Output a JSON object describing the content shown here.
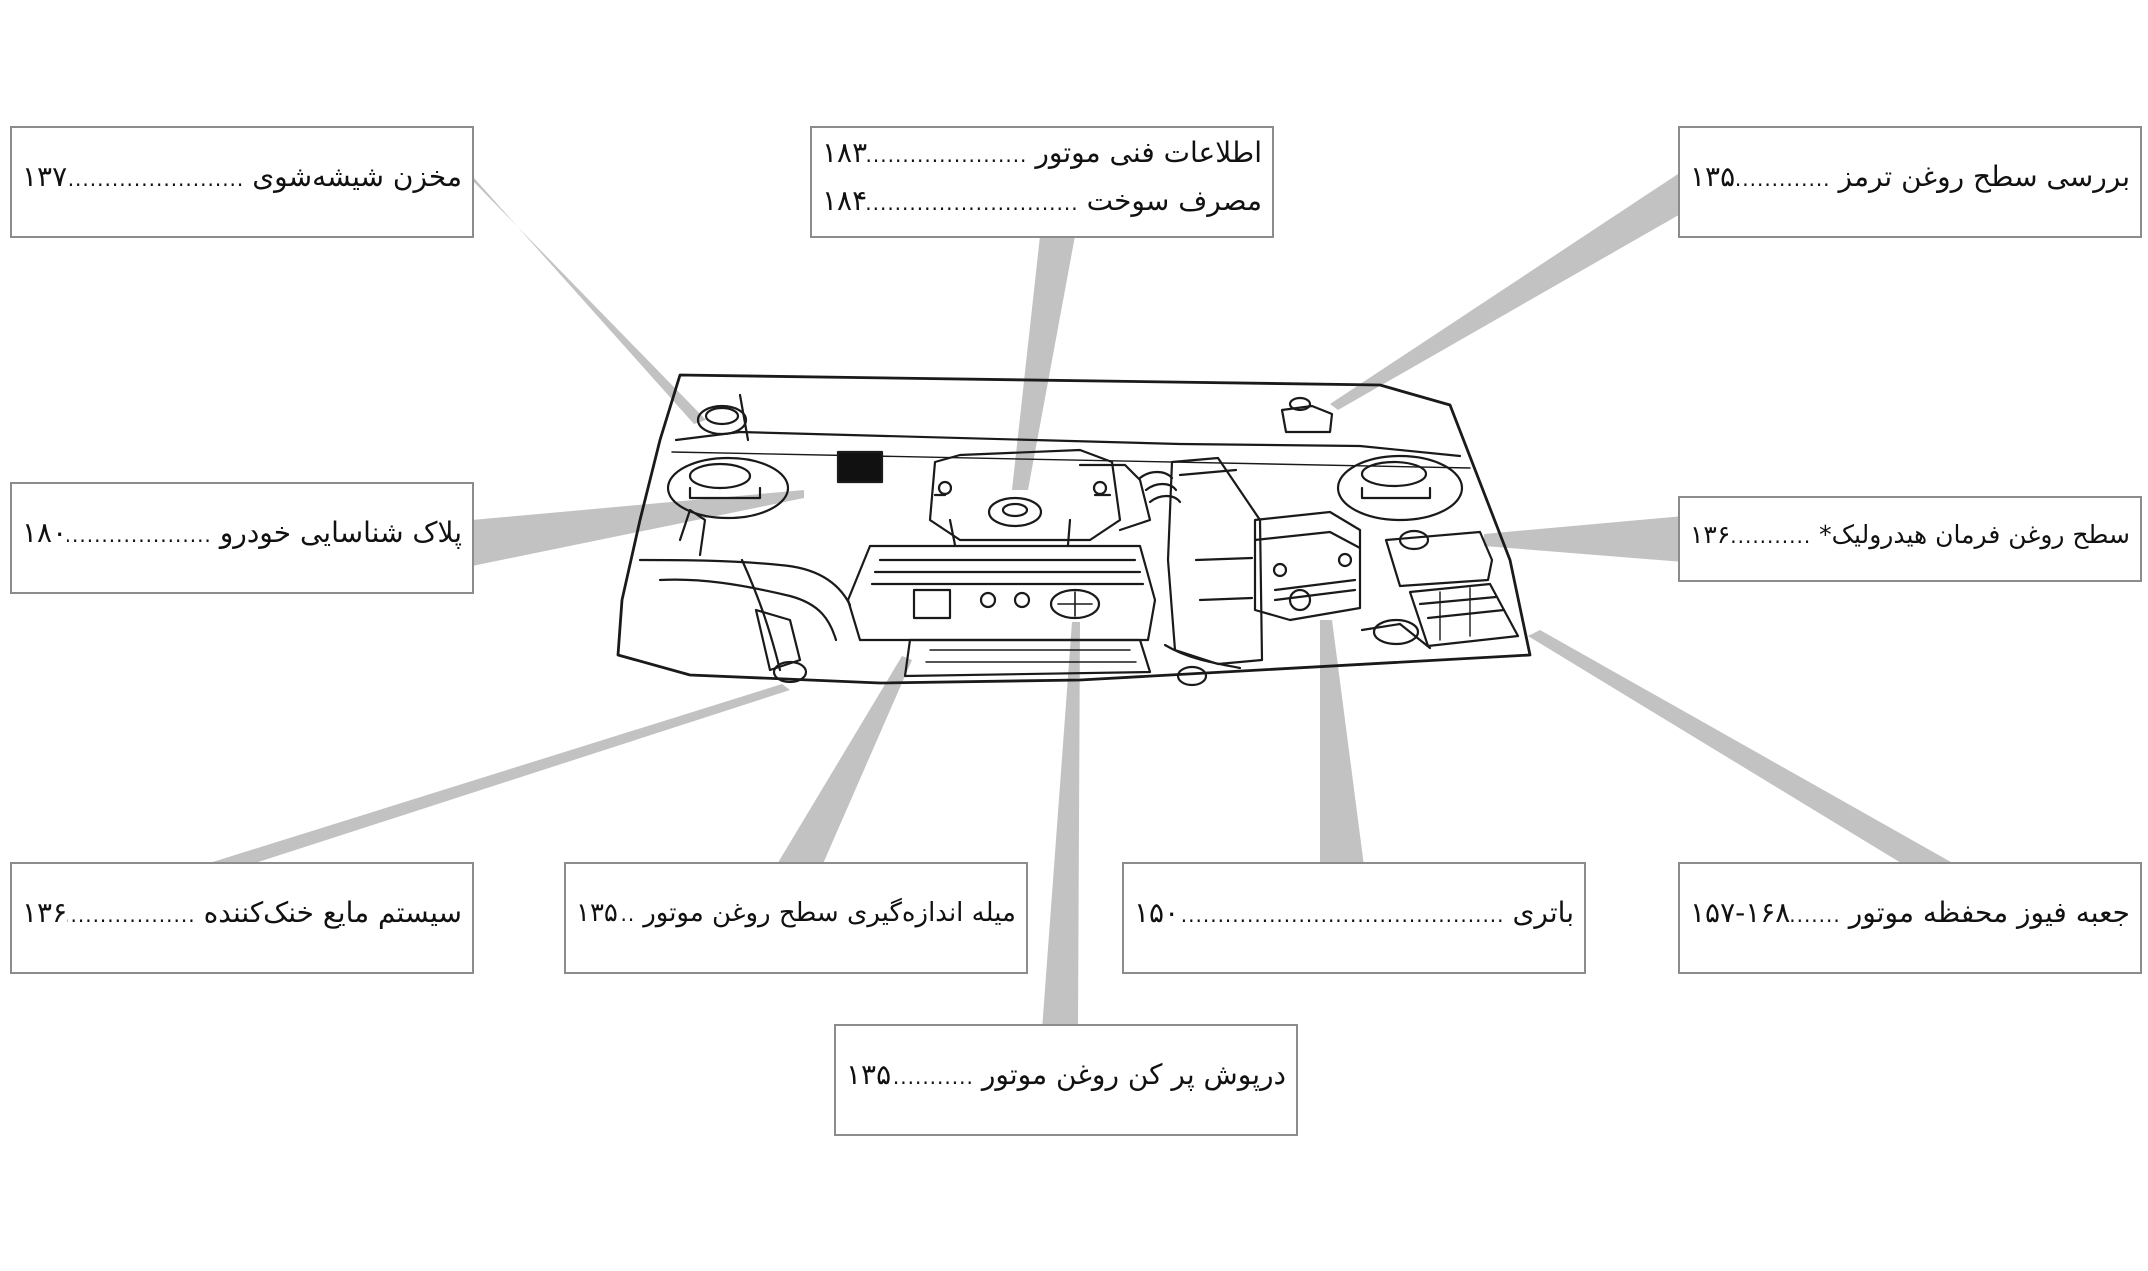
{
  "page": {
    "title": ""
  },
  "dots": "........................................................................................................................",
  "callouts": [
    {
      "id": "washer",
      "rows": [
        {
          "label": "مخزن شیشه‌شوی",
          "page": "۱۳۷"
        }
      ]
    },
    {
      "id": "engine",
      "rows": [
        {
          "label": "اطلاعات فنی موتور",
          "page": "۱۸۳"
        },
        {
          "label": "مصرف سوخت",
          "page": "۱۸۴"
        }
      ]
    },
    {
      "id": "brake",
      "rows": [
        {
          "label": "بررسی سطح روغن ترمز",
          "page": "۱۳۵"
        }
      ]
    },
    {
      "id": "vin",
      "rows": [
        {
          "label": "پلاک شناسایی خودرو",
          "page": "۱۸۰"
        }
      ]
    },
    {
      "id": "steering",
      "rows": [
        {
          "label": "سطح روغن فرمان هیدرولیک*",
          "page": "۱۳۶"
        }
      ]
    },
    {
      "id": "coolant",
      "rows": [
        {
          "label": "سیستم مایع خنک‌کننده",
          "page": "۱۳۶"
        }
      ]
    },
    {
      "id": "dipstick",
      "rows": [
        {
          "label": "میله اندازه‌گیری سطح روغن موتور",
          "page": "۱۳۵"
        }
      ]
    },
    {
      "id": "battery",
      "rows": [
        {
          "label": "باتری",
          "page": "۱۵۰"
        }
      ]
    },
    {
      "id": "fusebox",
      "rows": [
        {
          "label": "جعبه فیوز محفظه موتور",
          "page": "۱۵۷-۱۶۸"
        }
      ]
    },
    {
      "id": "oilcap",
      "rows": [
        {
          "label": "درپوش پر کن روغن موتور",
          "page": "۱۳۵"
        }
      ]
    }
  ]
}
